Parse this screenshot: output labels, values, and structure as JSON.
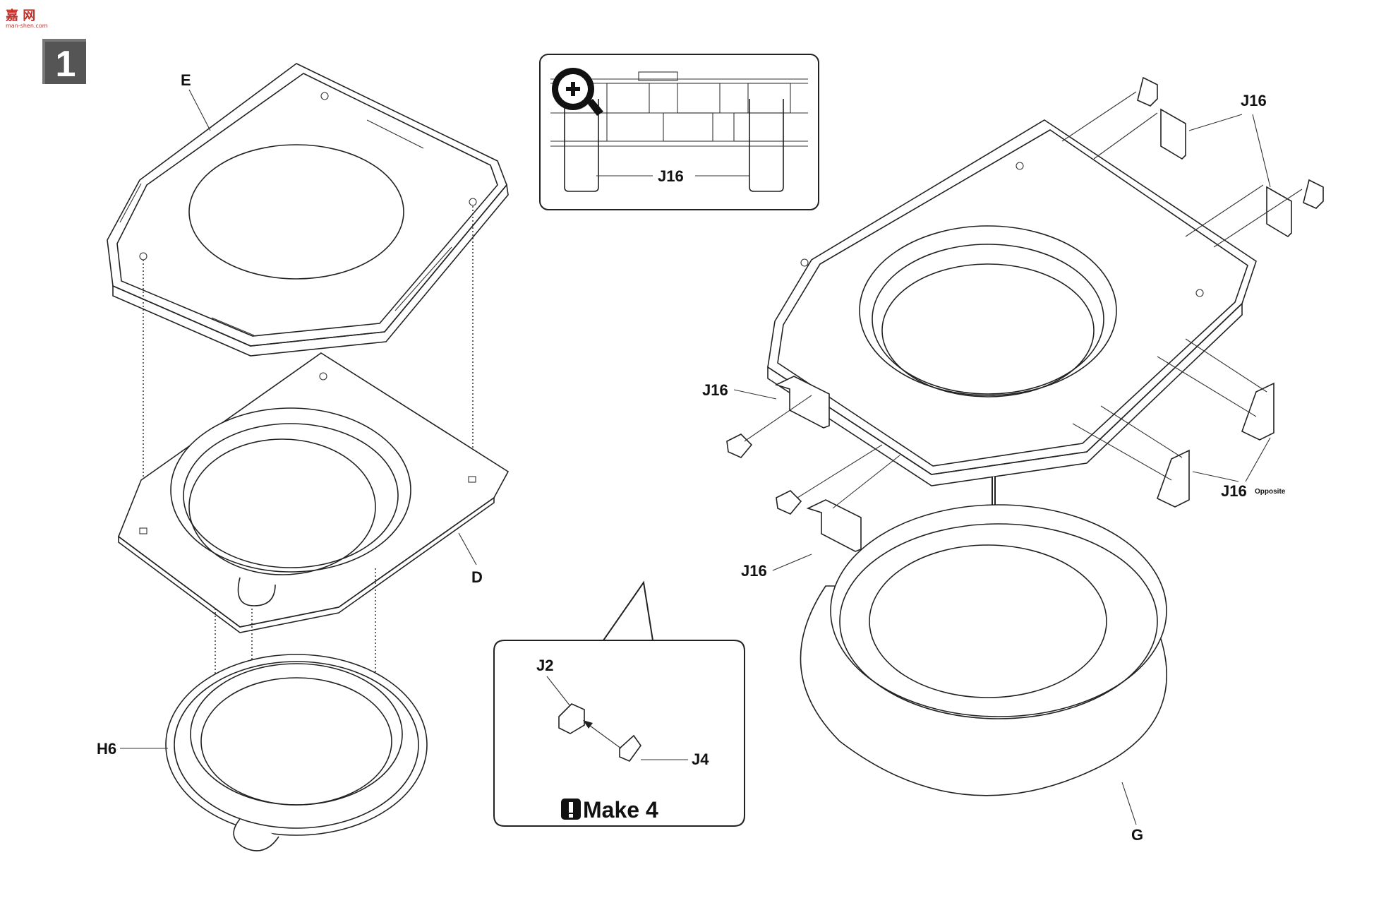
{
  "step": {
    "number": "1"
  },
  "watermark": {
    "text": "嘉 网",
    "subtext": "man-shen.com",
    "color": "#c0312b"
  },
  "labels": {
    "E": "E",
    "D": "D",
    "H6": "H6",
    "G": "G",
    "J16_inset": "J16",
    "J16_top_right": "J16",
    "J16_left_upper": "J16",
    "J16_left_lower": "J16",
    "J16_opposite": "J16",
    "opposite_note": "Opposite",
    "J2": "J2",
    "J4": "J4"
  },
  "callout": {
    "make_text": "Make 4",
    "alert_icon": "exclamation-icon"
  },
  "zoom_icon": "magnifier-plus-icon",
  "colors": {
    "line": "#222222",
    "step_badge": "#555555",
    "background": "#ffffff"
  }
}
